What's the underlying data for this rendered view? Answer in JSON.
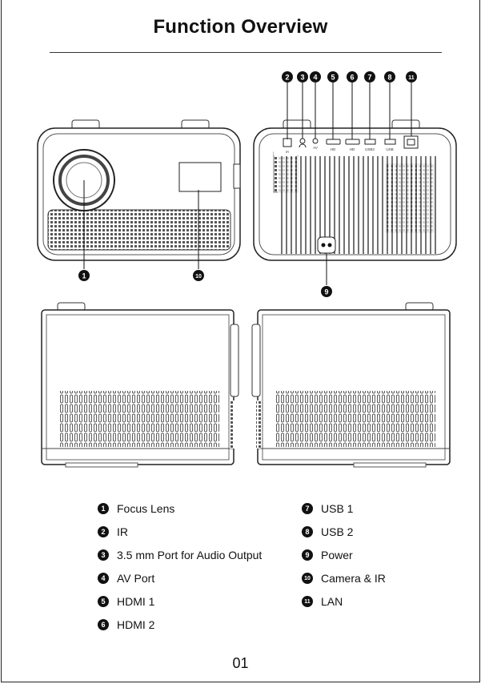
{
  "title": "Function Overview",
  "page_number": "01",
  "callouts": {
    "front": [
      "1",
      "10"
    ],
    "back": [
      "2",
      "3",
      "4",
      "5",
      "6",
      "7",
      "8",
      "11"
    ],
    "power": "9"
  },
  "port_labels": {
    "ir": "IR",
    "av": "AV",
    "hdmi1": "HD",
    "hdmi2": "HD",
    "usb2": "USB2",
    "usb1": "USB"
  },
  "legend_left": [
    {
      "num": "1",
      "label": "Focus Lens"
    },
    {
      "num": "2",
      "label": "IR"
    },
    {
      "num": "3",
      "label": "3.5 mm Port for Audio Output"
    },
    {
      "num": "4",
      "label": "AV Port"
    },
    {
      "num": "5",
      "label": "HDMI 1"
    },
    {
      "num": "6",
      "label": "HDMI 2"
    }
  ],
  "legend_right": [
    {
      "num": "7",
      "label": "USB 1"
    },
    {
      "num": "8",
      "label": "USB 2"
    },
    {
      "num": "9",
      "label": "Power"
    },
    {
      "num": "10",
      "label": "Camera & IR"
    },
    {
      "num": "11",
      "label": "LAN"
    }
  ]
}
